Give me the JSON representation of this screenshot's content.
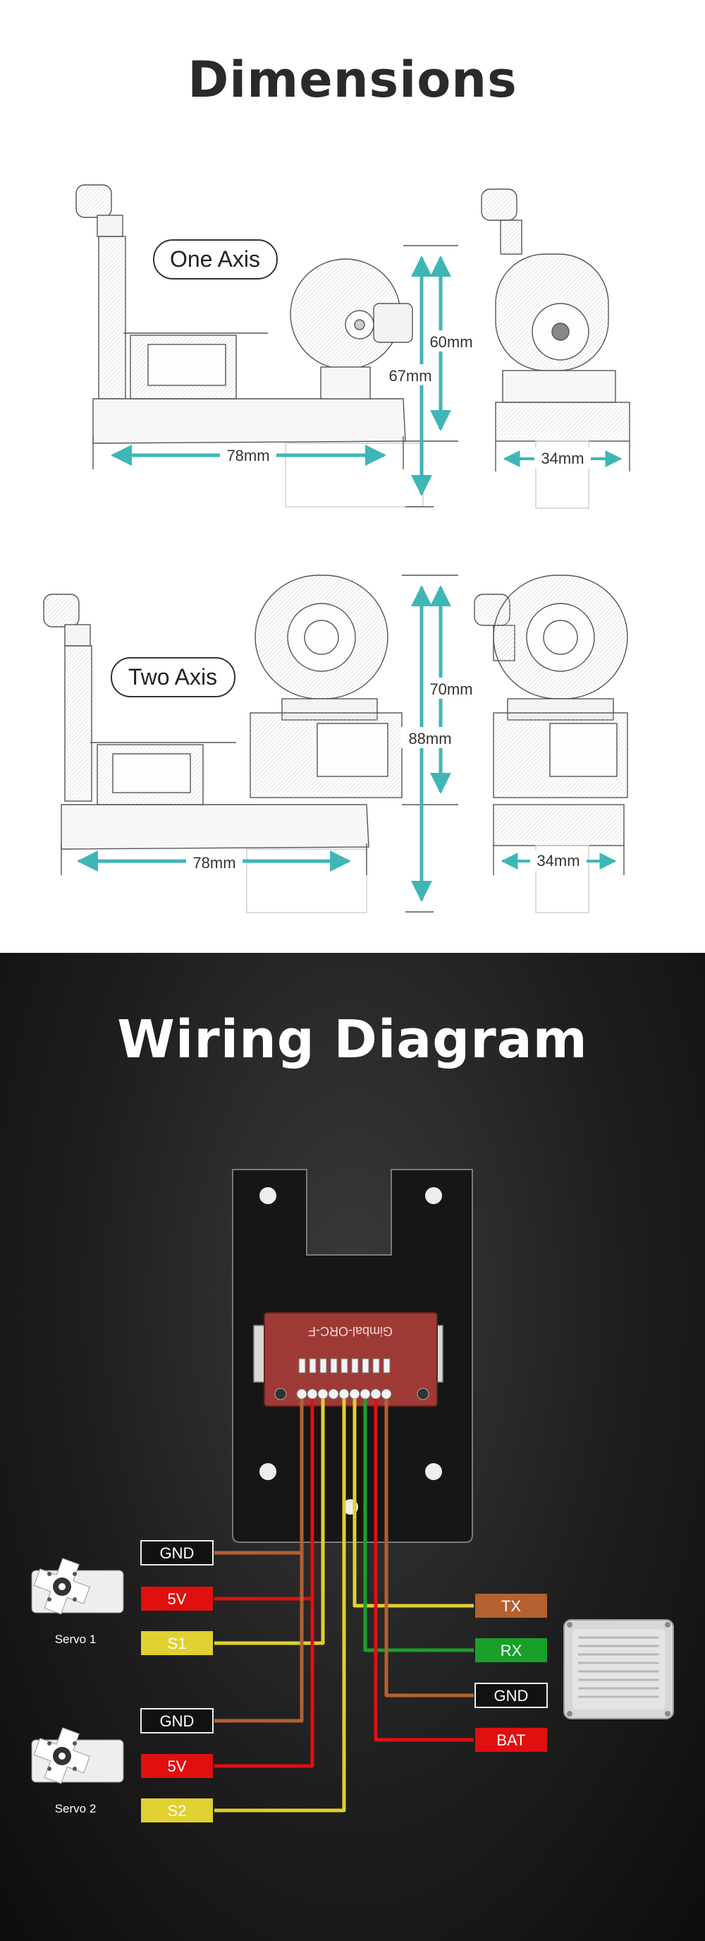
{
  "dimensions": {
    "title": "Dimensions",
    "one_axis": {
      "label": "One Axis",
      "width": "78mm",
      "height_inner": "60mm",
      "height_outer": "67mm",
      "depth": "34mm"
    },
    "two_axis": {
      "label": "Two Axis",
      "width": "78mm",
      "height_inner": "70mm",
      "height_outer": "88mm",
      "depth": "34mm"
    },
    "colors": {
      "arrow": "#3fb6b6",
      "line": "#555555"
    }
  },
  "wiring": {
    "title": "Wiring Diagram",
    "board_label": "Gimbal-ORC-F",
    "servo1": {
      "label": "Servo 1",
      "pins": [
        "GND",
        "5V",
        "S1"
      ]
    },
    "servo2": {
      "label": "Servo 2",
      "pins": [
        "GND",
        "5V",
        "S2"
      ]
    },
    "receiver": {
      "pins": [
        "TX",
        "RX",
        "GND",
        "BAT"
      ]
    },
    "colors": {
      "gnd": "#b5602f",
      "power": "#e01010",
      "signal": "#e0d030",
      "rx": "#1aa02a",
      "tx": "#b5602f"
    }
  }
}
